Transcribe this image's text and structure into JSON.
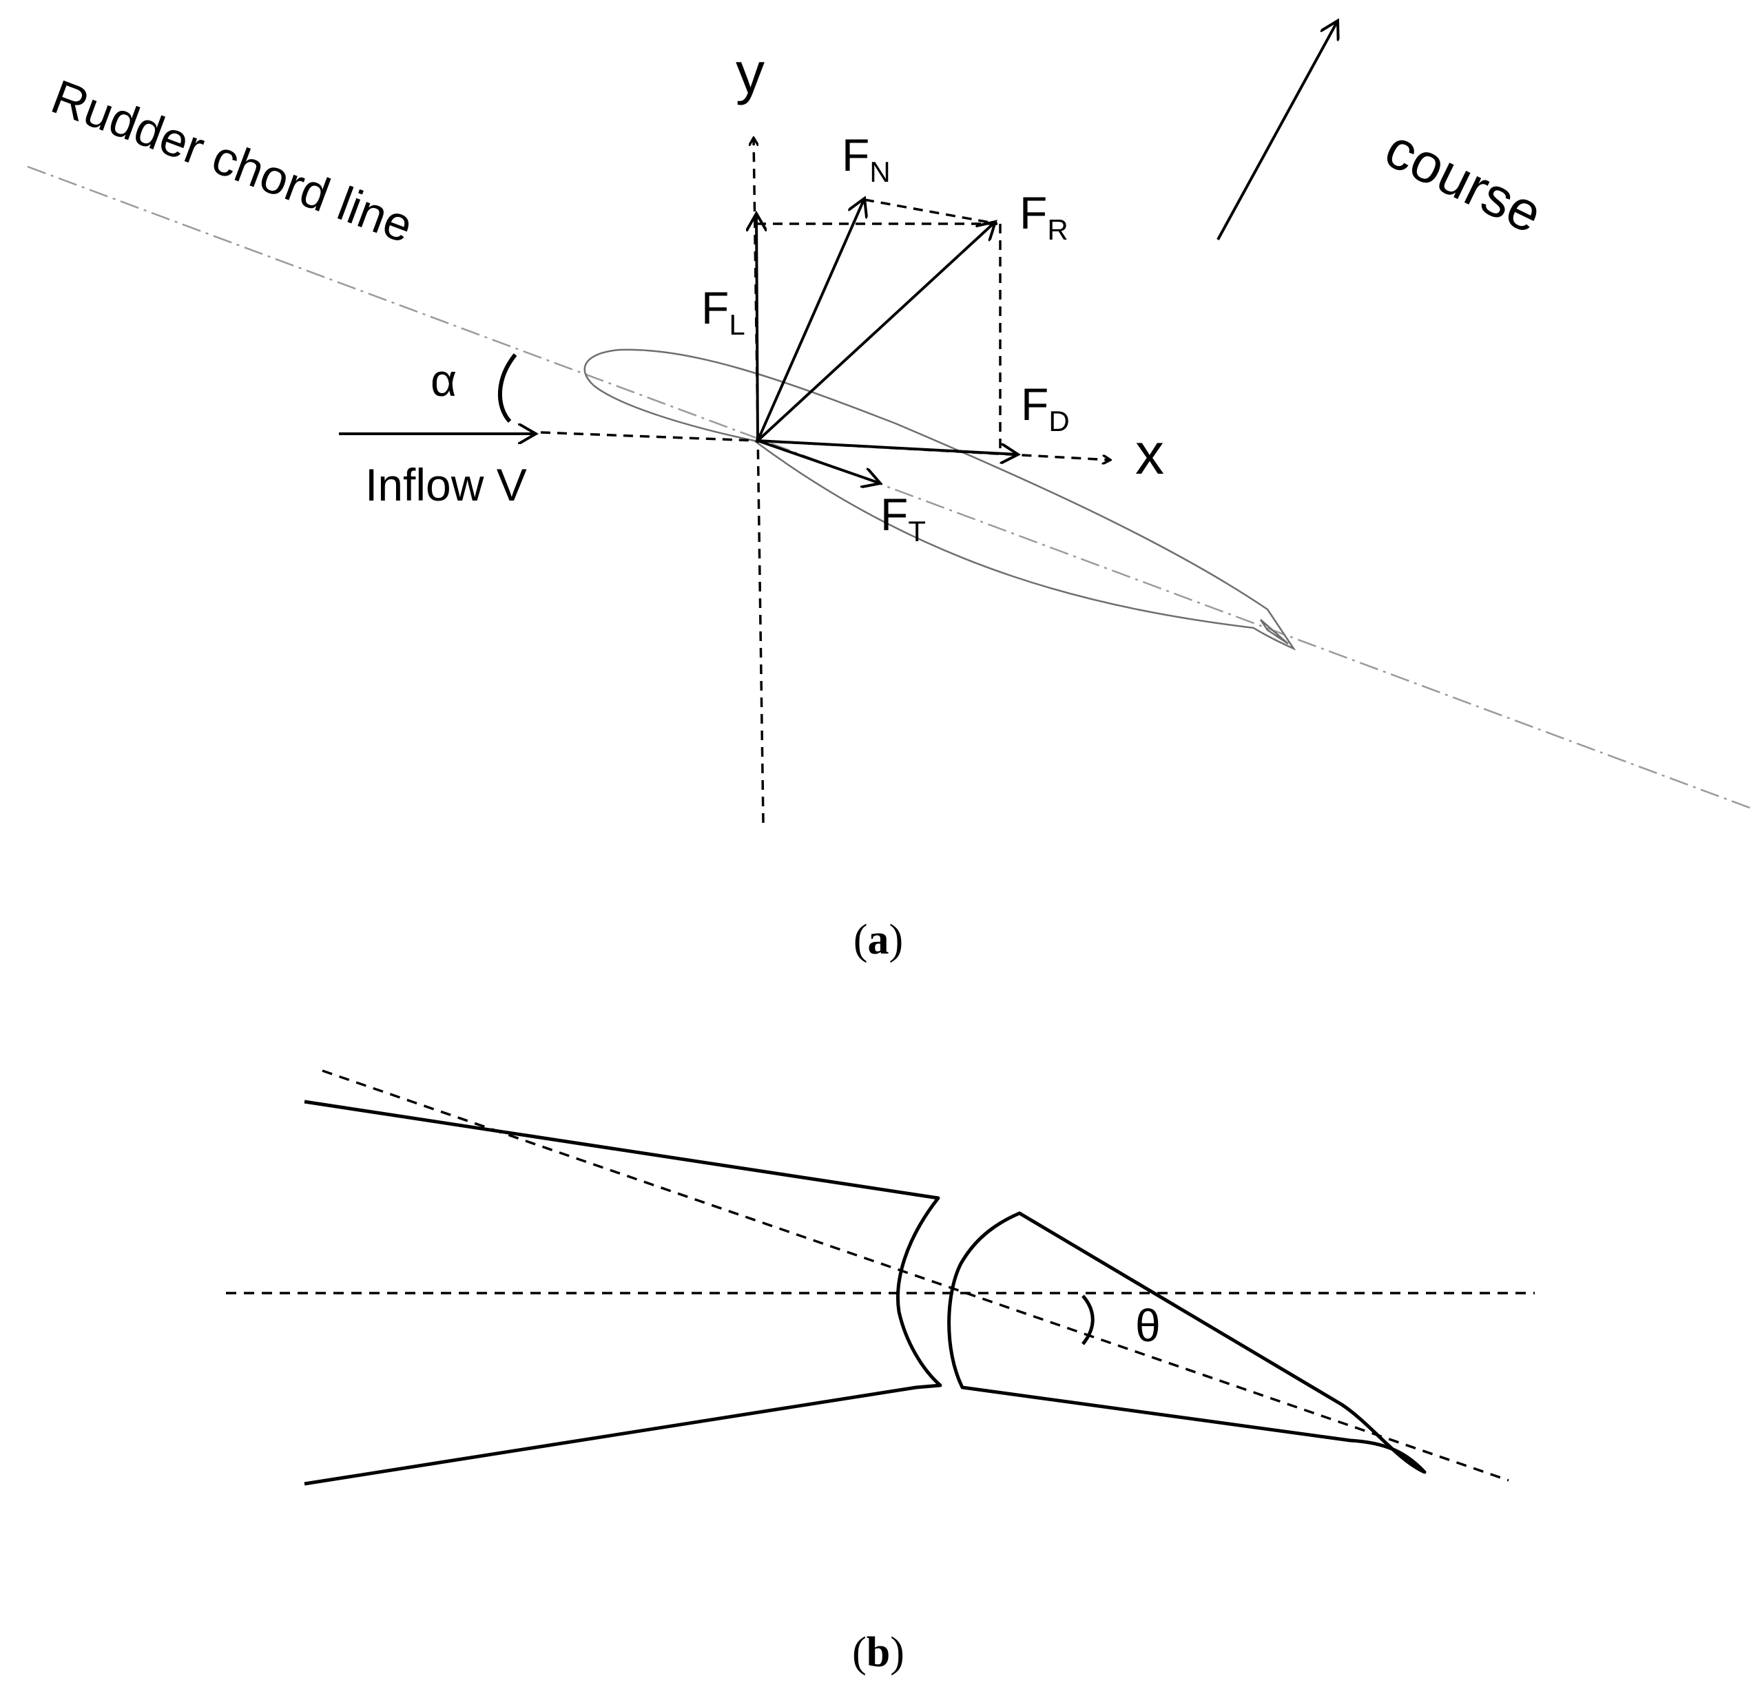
{
  "panel_a": {
    "labels": {
      "chord_line": "Rudder chord line",
      "course": "course",
      "y_axis": "y",
      "x_axis": "x",
      "alpha": "α",
      "inflow": "Inflow V",
      "f_base": "F",
      "sub_n": "N",
      "sub_r": "R",
      "sub_l": "L",
      "sub_d": "D",
      "sub_t": "T"
    },
    "caption": {
      "open": "(",
      "letter": "a",
      "close": ")"
    }
  },
  "panel_b": {
    "labels": {
      "theta": "θ"
    },
    "caption": {
      "open": "(",
      "letter": "b",
      "close": ")"
    }
  }
}
